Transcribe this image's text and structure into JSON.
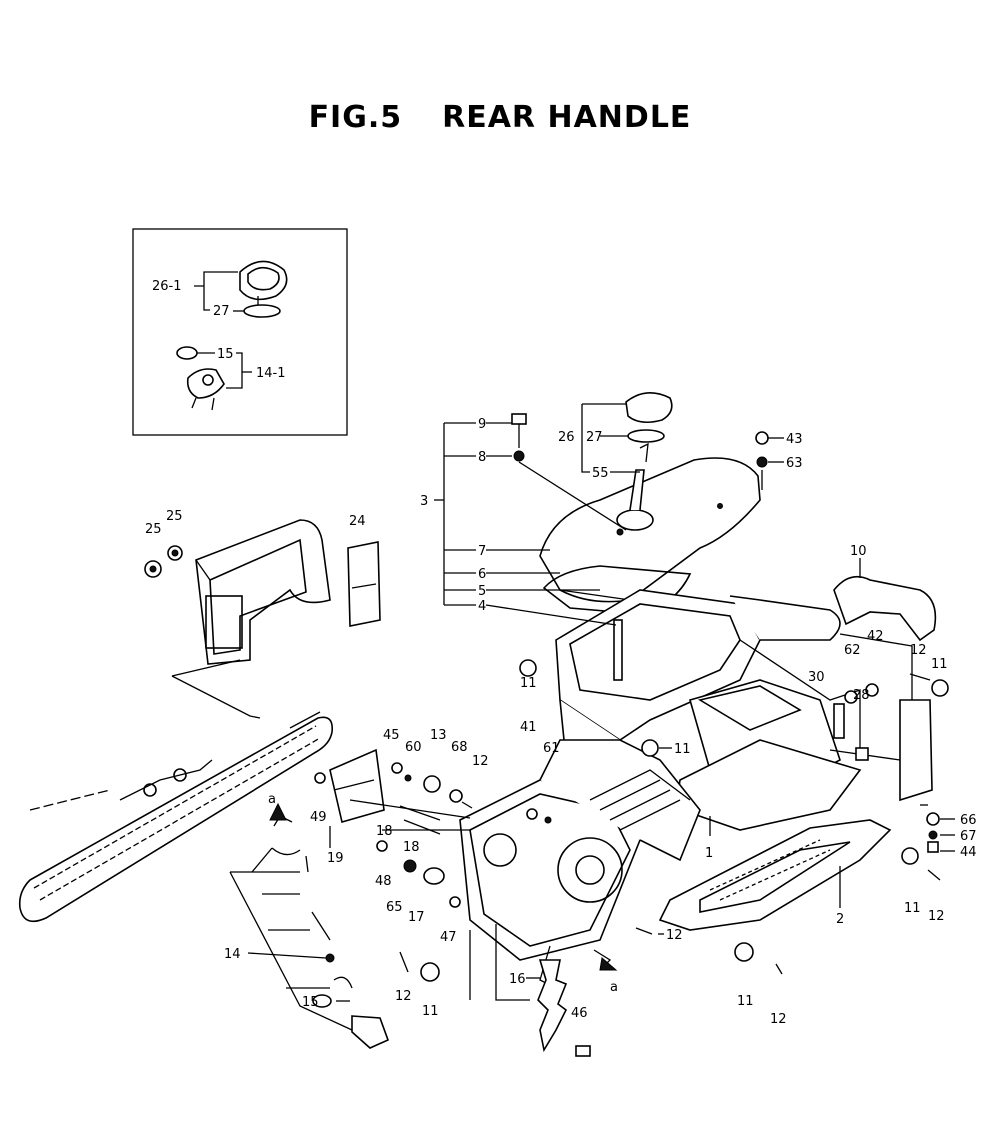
{
  "figure": {
    "fig_label": "FIG.5",
    "title": "REAR HANDLE"
  },
  "inset_labels": [
    "26-1",
    "27",
    "15",
    "14-1"
  ],
  "callouts": [
    "9",
    "8",
    "3",
    "7",
    "6",
    "5",
    "4",
    "26",
    "27",
    "55",
    "43",
    "63",
    "25",
    "25",
    "24",
    "10",
    "12",
    "11",
    "62",
    "42",
    "30",
    "28",
    "11",
    "41",
    "61",
    "11",
    "45",
    "60",
    "13",
    "68",
    "12",
    "49",
    "18",
    "18",
    "19",
    "48",
    "65",
    "17",
    "47",
    "66",
    "67",
    "44",
    "11",
    "12",
    "2",
    "1",
    "12",
    "16",
    "a",
    "a",
    "14",
    "15",
    "12",
    "11",
    "46",
    "11",
    "12"
  ]
}
